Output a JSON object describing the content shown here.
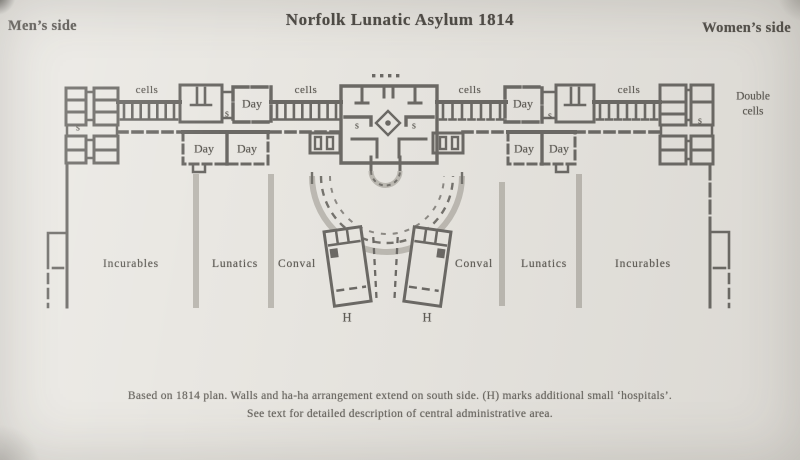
{
  "header": {
    "title": "Norfolk Lunatic Asylum 1814",
    "left_side": "Men’s side",
    "right_side": "Women’s side"
  },
  "plan": {
    "room_labels": {
      "cells": "cells",
      "day": "Day",
      "service_mark": "s",
      "double_cells": "Double cells",
      "hospital_mark": "H"
    },
    "courts": {
      "incurables_left": "Incurables",
      "lunatics_left": "Lunatics",
      "conval_left": "Conval",
      "conval_right": "Conval",
      "lunatics_right": "Lunatics",
      "incurables_right": "Incurables"
    }
  },
  "caption": {
    "line1": "Based on 1814 plan. Walls and ha-ha arrangement extend on south side. (H) marks additional small ‘hospitals’.",
    "line2": "See text for detailed description of central administrative area."
  },
  "colors": {
    "background": "#e9e7e2",
    "wall_dark": "#6b6965",
    "wall_light": "#bdbab3",
    "ink": "#56534e"
  }
}
